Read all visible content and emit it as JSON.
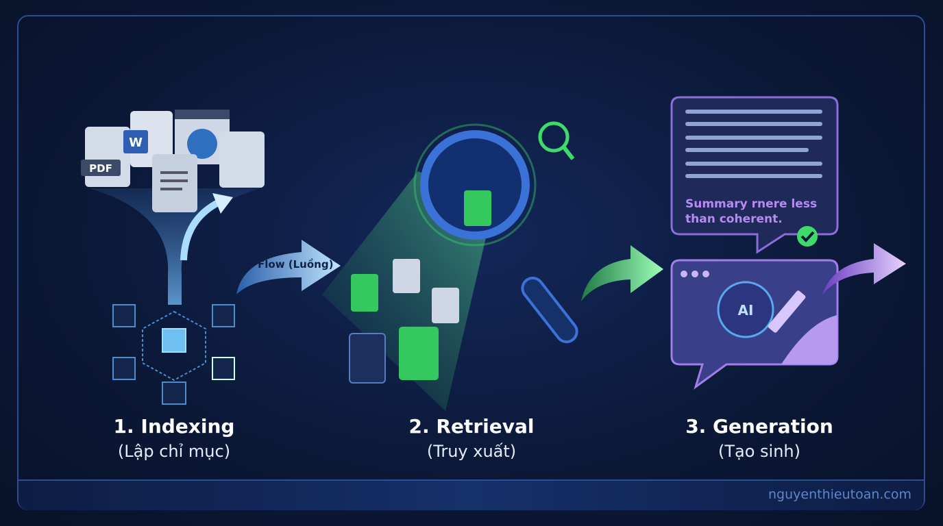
{
  "stages": [
    {
      "title": "1. Indexing",
      "subtitle": "(Lập chỉ mục)"
    },
    {
      "title": "2. Retrieval",
      "subtitle": "(Truy xuất)"
    },
    {
      "title": "3. Generation",
      "subtitle": "(Tạo sinh)"
    }
  ],
  "flow_label": "Flow (Luồng)",
  "indexing": {
    "pdf_label": "PDF",
    "word_label": "W"
  },
  "generation": {
    "summary_text": "Summary rnere less than coherent.",
    "ai_label": "AI"
  },
  "footer": {
    "site": "nguyenthieutoan.com"
  },
  "colors": {
    "background": "#0a1733",
    "frame": "#2b4f8e",
    "indexing_accent": "#7fc4f0",
    "retrieval_accent": "#3ddc6a",
    "generation_accent": "#a77bf0"
  }
}
